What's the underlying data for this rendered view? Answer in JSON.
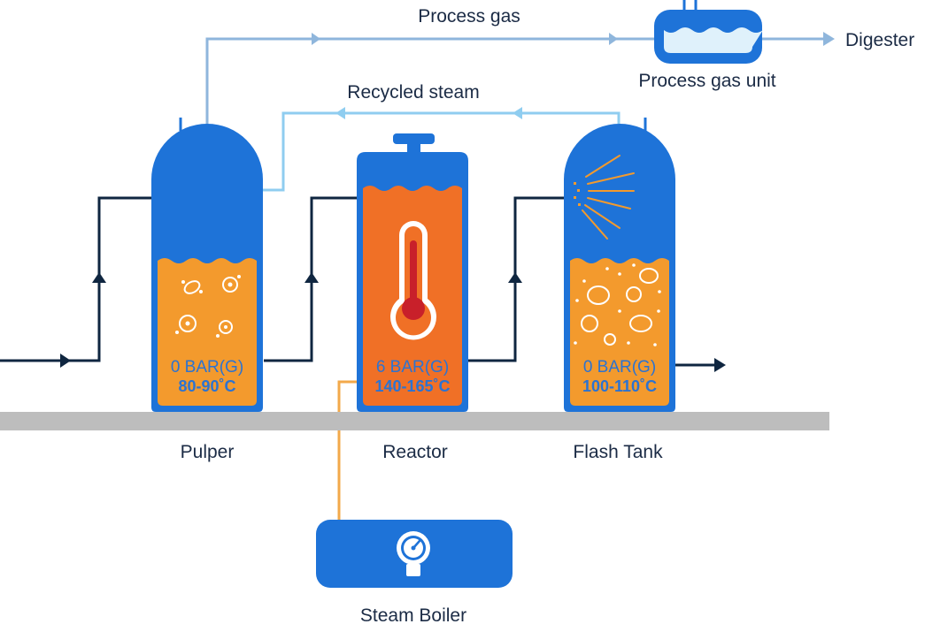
{
  "labels": {
    "process_gas": "Process gas",
    "recycled_steam": "Recycled steam",
    "process_gas_unit": "Process gas unit",
    "digester": "Digester",
    "pulper": "Pulper",
    "reactor": "Reactor",
    "flash_tank": "Flash Tank",
    "steam_boiler": "Steam Boiler"
  },
  "tanks": {
    "pulper": {
      "pressure": "0 BAR(G)",
      "temperature": "80-90˚C"
    },
    "reactor": {
      "pressure": "6 BAR(G)",
      "temperature": "140-165˚C"
    },
    "flash_tank": {
      "pressure": "0 BAR(G)",
      "temperature": "100-110˚C"
    }
  },
  "colors": {
    "vessel_blue": "#1e73d8",
    "process_liquid": "#f39a2d",
    "reactor_liquid": "#f07026",
    "pipe_dark": "#0f2640",
    "pipe_gas": "#8fb6dc",
    "pipe_steam": "#8fcdf0",
    "steam_line": "#f3a94a",
    "ground": "#bdbdbd",
    "pressure_text": "#2b73d2"
  }
}
